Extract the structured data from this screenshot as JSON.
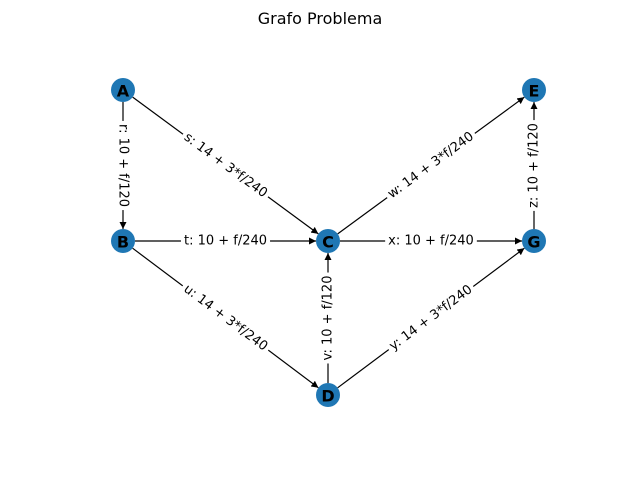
{
  "title": "Grafo Problema",
  "colors": {
    "node_fill": "#1f77b4",
    "edge": "#000000",
    "label_bg": "#ffffff",
    "text": "#000000"
  },
  "nodes": [
    {
      "id": "A",
      "label": "A"
    },
    {
      "id": "B",
      "label": "B"
    },
    {
      "id": "C",
      "label": "C"
    },
    {
      "id": "D",
      "label": "D"
    },
    {
      "id": "E",
      "label": "E"
    },
    {
      "id": "G",
      "label": "G"
    }
  ],
  "edges": [
    {
      "id": "r",
      "from": "A",
      "to": "B",
      "label": "r: 10 + f/120"
    },
    {
      "id": "s",
      "from": "A",
      "to": "C",
      "label": "s: 14 + 3*f/240"
    },
    {
      "id": "t",
      "from": "B",
      "to": "C",
      "label": "t: 10 + f/240"
    },
    {
      "id": "u",
      "from": "B",
      "to": "D",
      "label": "u: 14 + 3*f/240"
    },
    {
      "id": "v",
      "from": "D",
      "to": "C",
      "label": "v: 10 + f/120"
    },
    {
      "id": "w",
      "from": "C",
      "to": "E",
      "label": "w: 14 + 3*f/240"
    },
    {
      "id": "x",
      "from": "C",
      "to": "G",
      "label": "x: 10 + f/240"
    },
    {
      "id": "y",
      "from": "D",
      "to": "G",
      "label": "y: 14 + 3*f/240"
    },
    {
      "id": "z",
      "from": "G",
      "to": "E",
      "label": "z: 10 + f/120"
    }
  ]
}
